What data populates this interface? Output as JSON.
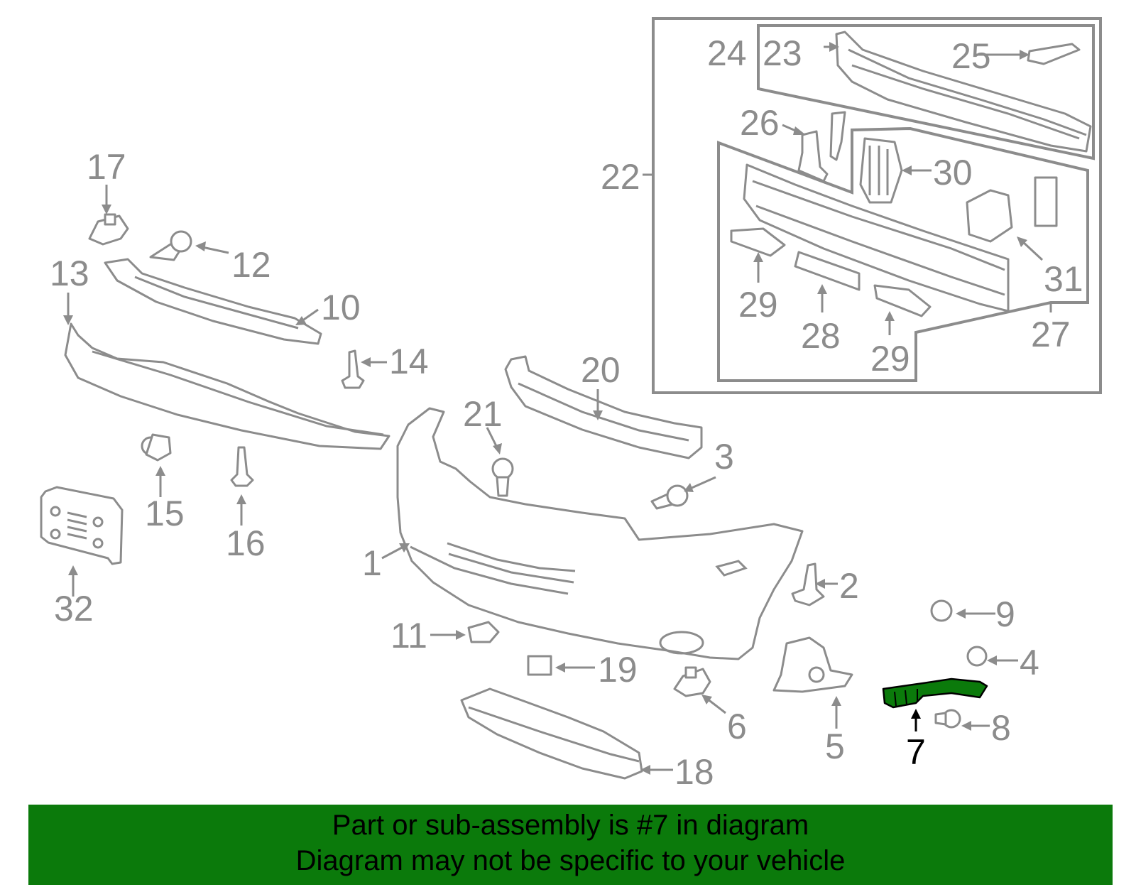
{
  "labels": {
    "n1": "1",
    "n2": "2",
    "n3": "3",
    "n4": "4",
    "n5": "5",
    "n6": "6",
    "n7": "7",
    "n8": "8",
    "n9": "9",
    "n10": "10",
    "n11": "11",
    "n12": "12",
    "n13": "13",
    "n14": "14",
    "n15": "15",
    "n16": "16",
    "n17": "17",
    "n18": "18",
    "n19": "19",
    "n20": "20",
    "n21": "21",
    "n22": "22",
    "n23": "23",
    "n24": "24",
    "n25": "25",
    "n26": "26",
    "n27": "27",
    "n28": "28",
    "n29a": "29",
    "n29b": "29",
    "n30": "30",
    "n31": "31",
    "n32": "32"
  },
  "highlighted_part": "7",
  "colors": {
    "highlight": "#0b7a0b",
    "line": "#8c8c8c",
    "banner": "#0b7a0b"
  },
  "banner": {
    "line1": "Part or sub-assembly is #7 in diagram",
    "line2": "Diagram may not be specific to your vehicle"
  }
}
